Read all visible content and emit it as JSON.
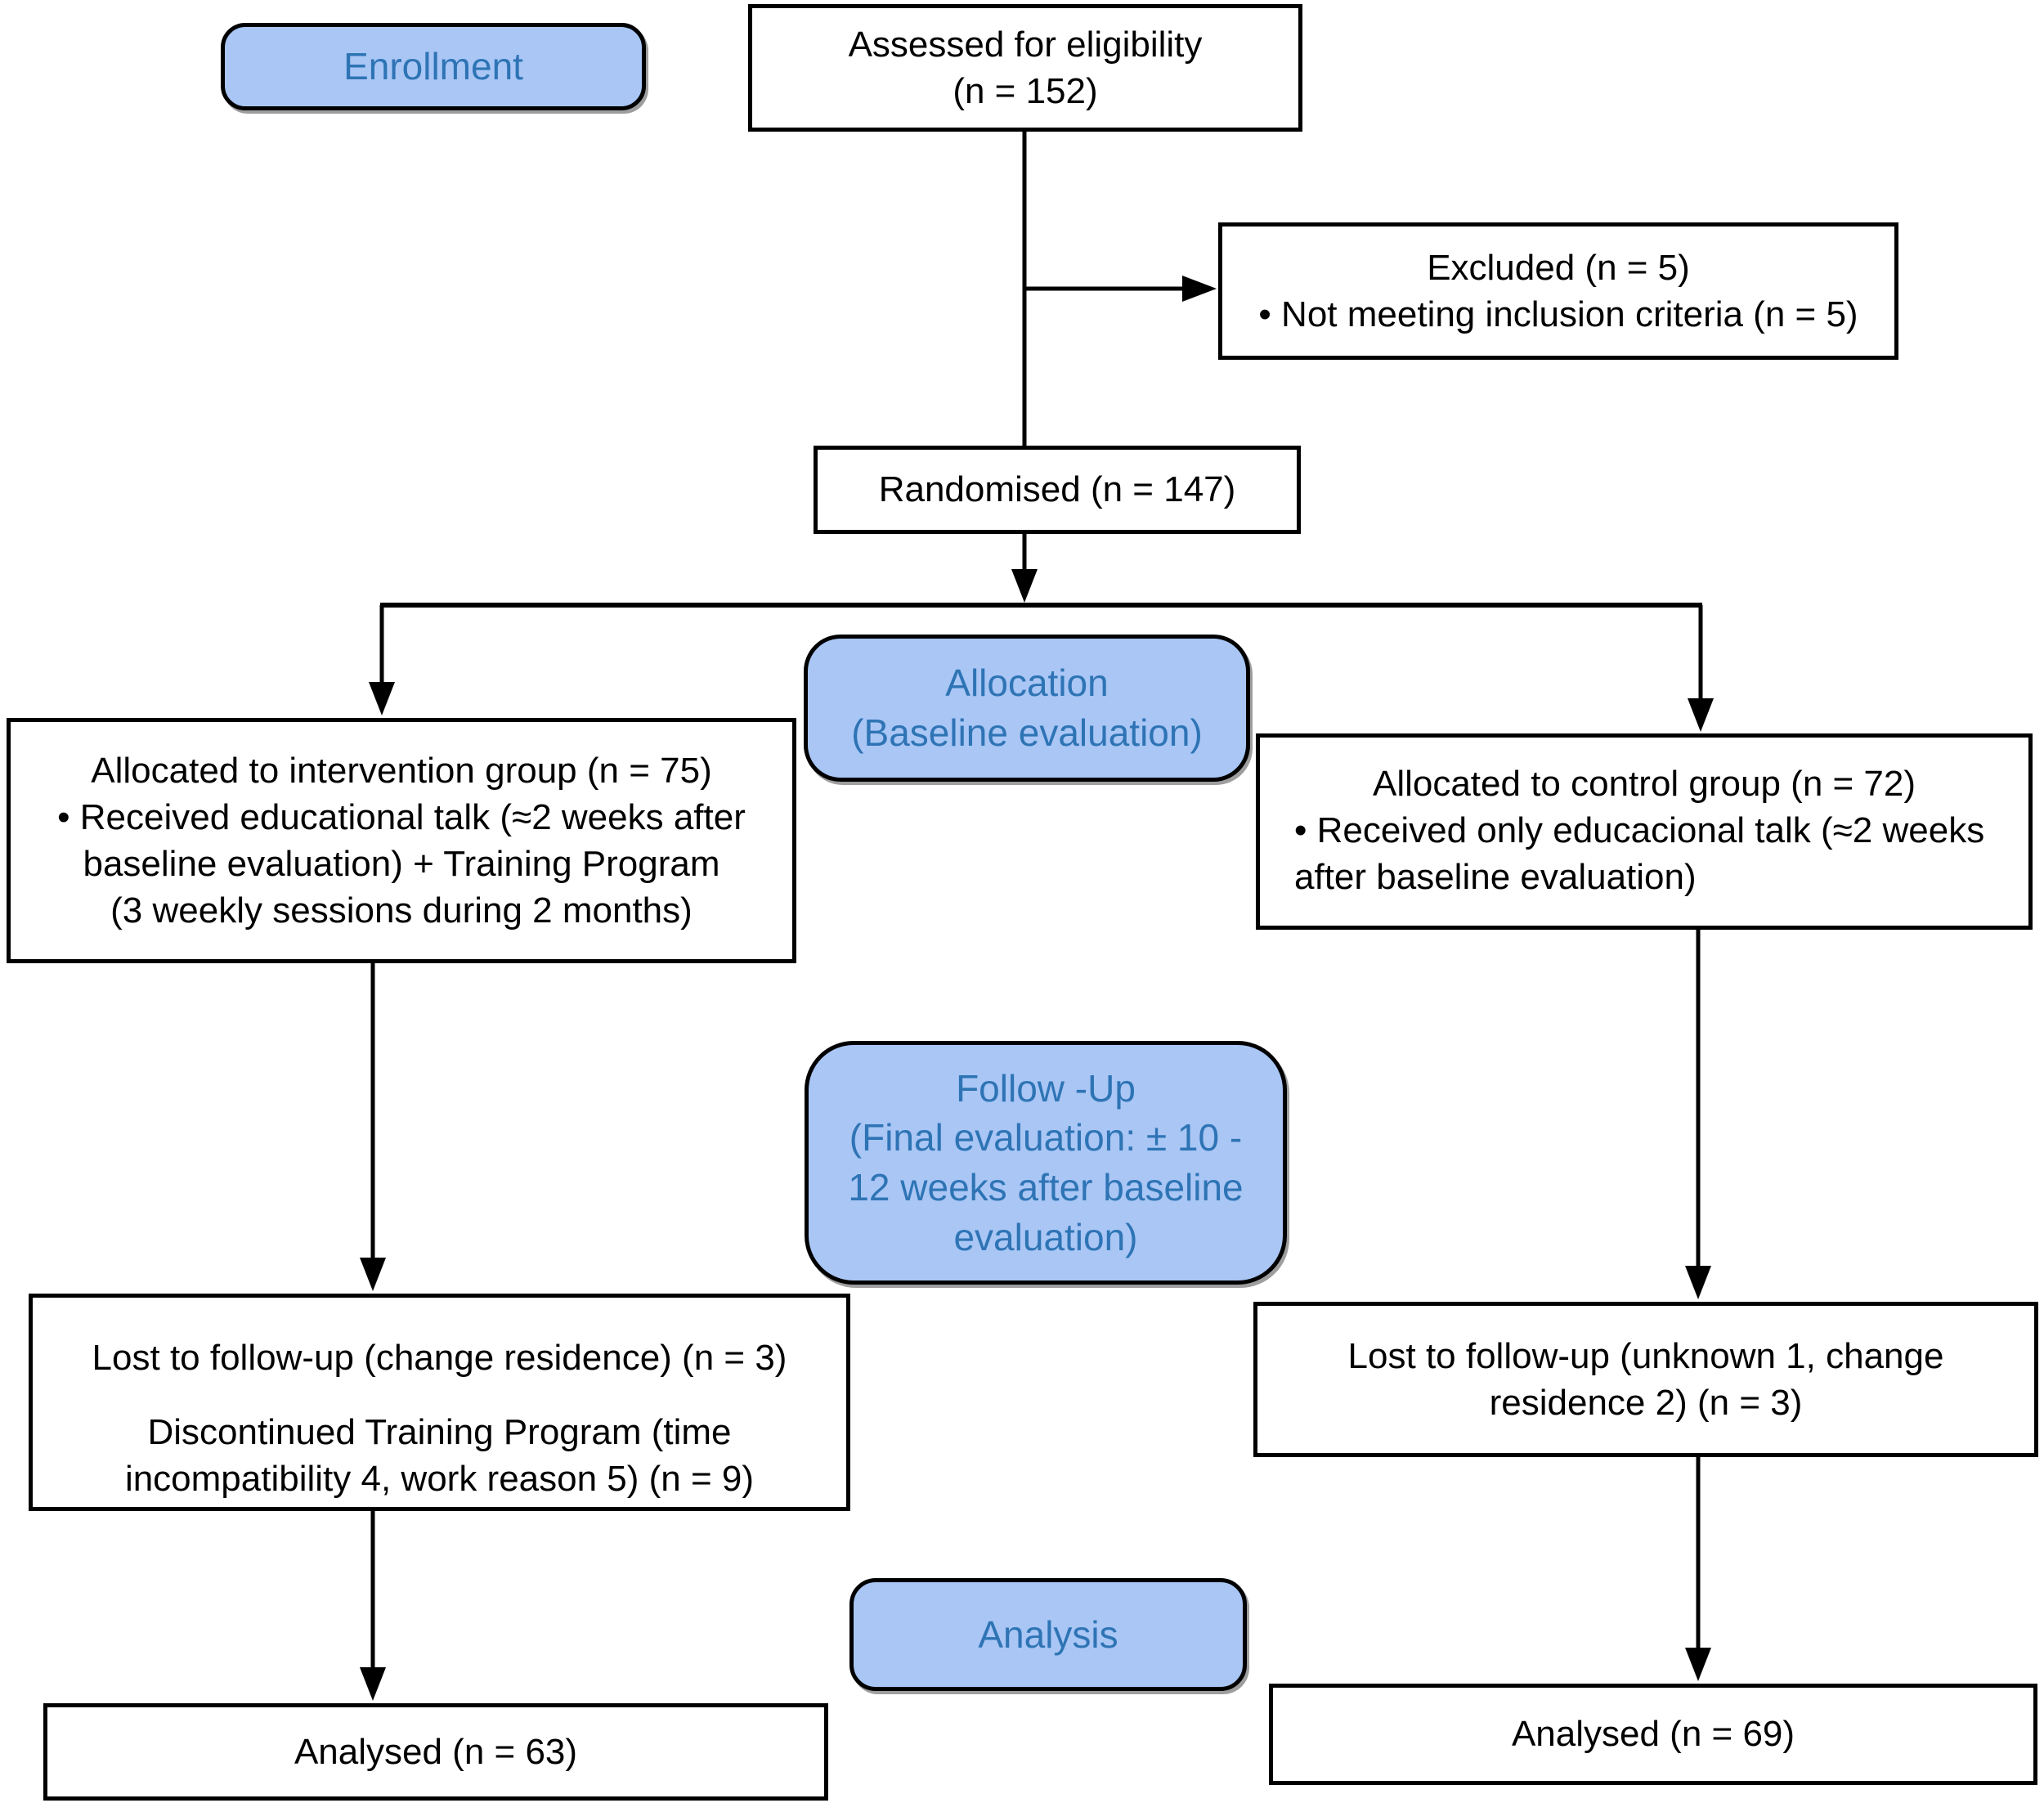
{
  "colors": {
    "label_fill": "#a9c6f5",
    "label_text": "#2e74b5",
    "box_border": "#000000",
    "arrow": "#000000",
    "background": "#ffffff"
  },
  "stage_labels": {
    "enrollment": "Enrollment",
    "allocation": "Allocation\n(Baseline evaluation)",
    "followup": "Follow -Up\n(Final evaluation: ± 10 -\n12 weeks after baseline\nevaluation)",
    "analysis": "Analysis"
  },
  "boxes": {
    "assessed": "Assessed for eligibility\n(n = 152)",
    "excluded": "Excluded (n = 5)\n• Not meeting inclusion criteria (n = 5)",
    "randomised": "Randomised (n = 147)",
    "intervention_allocated": "Allocated to intervention group (n = 75)\n• Received educational talk (≈2 weeks after\nbaseline evaluation) + Training Program\n(3 weekly sessions during 2 months)",
    "control_allocated_title": "Allocated to control group (n = 72)",
    "control_allocated_bullet": "• Received only educacional talk (≈2 weeks\nafter baseline evaluation)",
    "lost_intervention_primary": "Lost to follow-up (change residence) (n = 3)",
    "lost_intervention_secondary": "Discontinued Training Program (time\nincompatibility 4, work reason 5) (n = 9)",
    "lost_control": "Lost to follow-up (unknown 1, change\nresidence 2) (n = 3)",
    "analysed_intervention": "Analysed (n = 63)",
    "analysed_control": "Analysed (n = 69)"
  },
  "counts": {
    "assessed_for_eligibility": 152,
    "excluded": 5,
    "not_meeting_inclusion_criteria": 5,
    "randomised": 147,
    "intervention_group": 75,
    "control_group": 72,
    "lost_followup_intervention": 3,
    "discontinued_training_program": 9,
    "lost_followup_control": 3,
    "analysed_intervention": 63,
    "analysed_control": 69
  }
}
